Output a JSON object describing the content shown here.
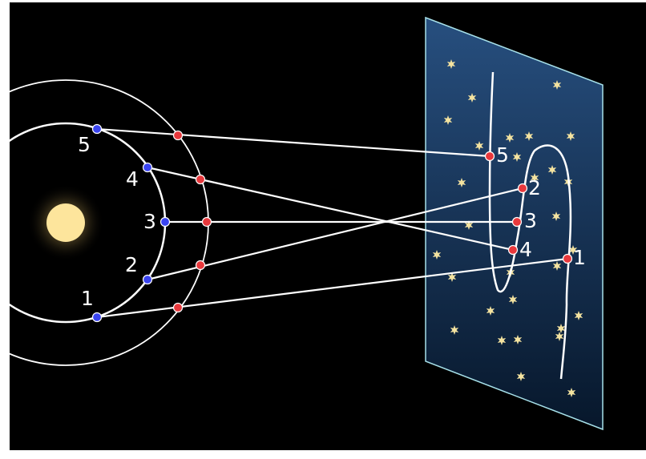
{
  "colors": {
    "background": "#000000",
    "orbit_line": "#ffffff",
    "earth_point": "#3a44f0",
    "mars_point": "#e8383c",
    "sun_core": "#fde59c",
    "sky_top": "#274f7f",
    "sky_bottom": "#07172b",
    "sky_border": "#a7e1ea",
    "star": "#f4e3a0"
  },
  "icons": {
    "sun": "sun-icon",
    "star": "star-icon"
  },
  "positions": [
    {
      "label": "1"
    },
    {
      "label": "2"
    },
    {
      "label": "3"
    },
    {
      "label": "4"
    },
    {
      "label": "5"
    }
  ],
  "sky_positions": [
    {
      "label": "5"
    },
    {
      "label": "2"
    },
    {
      "label": "3"
    },
    {
      "label": "4"
    },
    {
      "label": "1"
    }
  ]
}
